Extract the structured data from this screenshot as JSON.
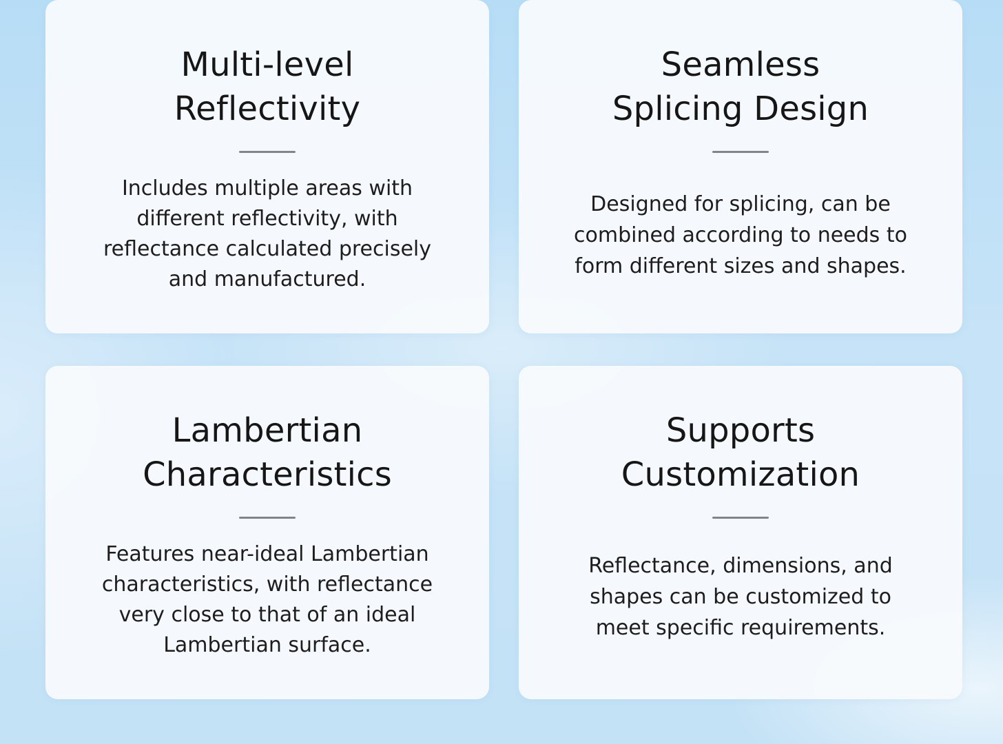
{
  "colors": {
    "background": "#c4e2f6",
    "card": "#f7fafd",
    "divider": "#7f8588",
    "text": "#161616"
  },
  "cards": [
    {
      "title_lines": [
        "Multi-level",
        "Reflectivity"
      ],
      "description_lines": [
        "Includes multiple areas with",
        "different reflectivity, with",
        "reflectance calculated precisely",
        "and manufactured."
      ]
    },
    {
      "title_lines": [
        "Seamless",
        "Splicing Design"
      ],
      "description_lines": [
        "Designed for splicing, can be",
        "combined according to needs to",
        "form different sizes and shapes."
      ]
    },
    {
      "title_lines": [
        "Lambertian",
        "Characteristics"
      ],
      "description_lines": [
        "Features near-ideal Lambertian",
        "characteristics, with reflectance",
        "very close to that of an ideal",
        "Lambertian surface."
      ]
    },
    {
      "title_lines": [
        "Supports",
        "Customization"
      ],
      "description_lines": [
        "Reflectance, dimensions, and",
        "shapes can be customized to",
        "meet specific requirements."
      ]
    }
  ]
}
